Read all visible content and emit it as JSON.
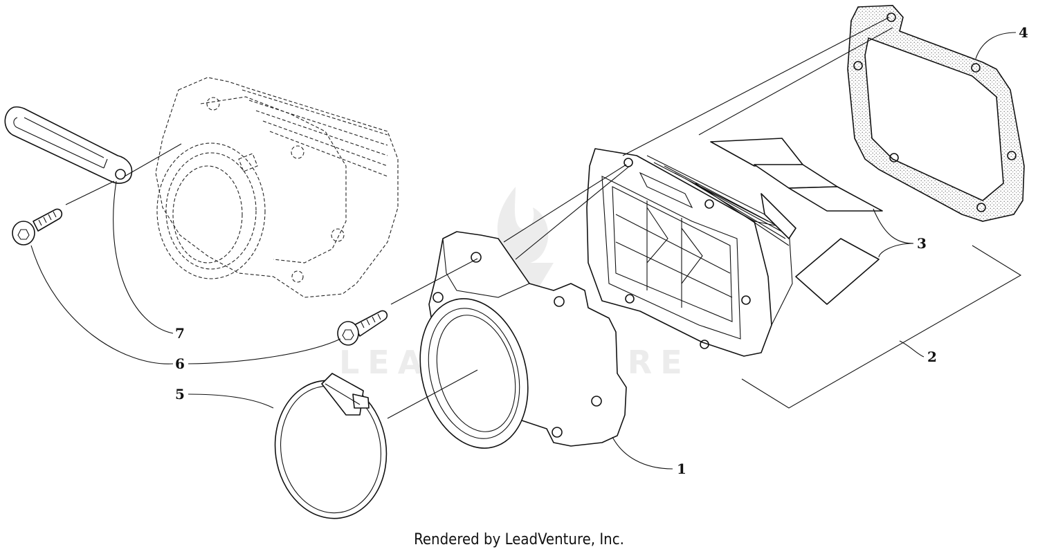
{
  "diagram": {
    "callouts": [
      {
        "id": "1",
        "label": "1"
      },
      {
        "id": "2",
        "label": "2"
      },
      {
        "id": "3",
        "label": "3"
      },
      {
        "id": "4",
        "label": "4"
      },
      {
        "id": "5",
        "label": "5"
      },
      {
        "id": "6",
        "label": "6"
      },
      {
        "id": "7",
        "label": "7"
      }
    ],
    "watermark": "LEADVENTURE",
    "footer": "Rendered by LeadVenture, Inc."
  }
}
